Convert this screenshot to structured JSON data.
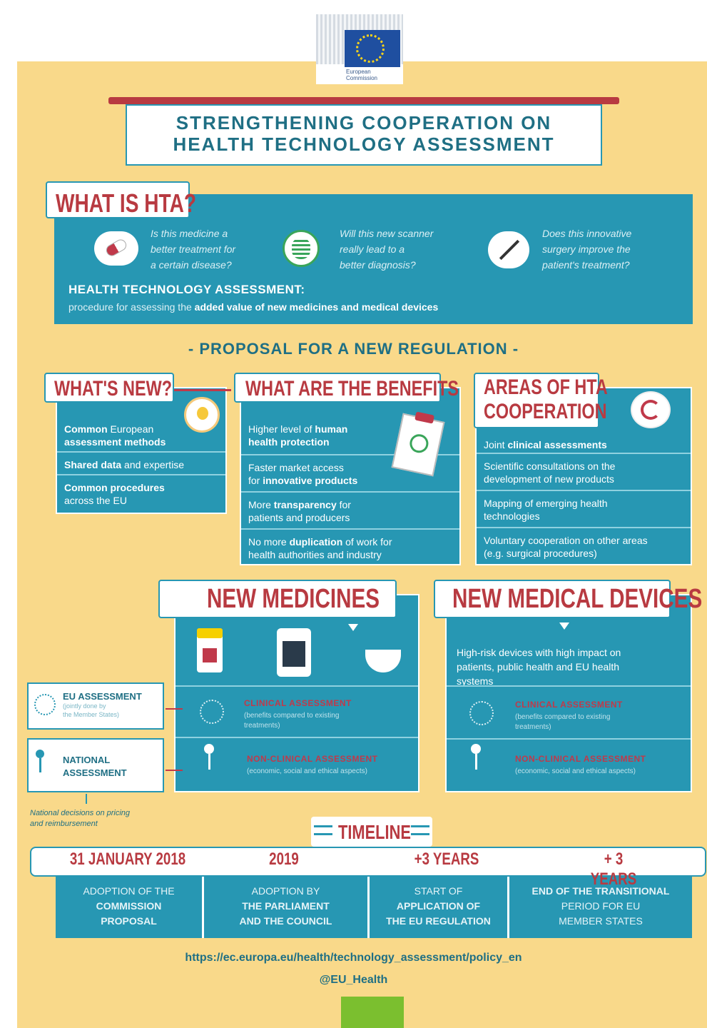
{
  "logo": {
    "line1": "European",
    "line2": "Commission"
  },
  "title": {
    "line1": "STRENGTHENING COOPERATION ON",
    "line2": "HEALTH TECHNOLOGY ASSESSMENT"
  },
  "hta": {
    "tab": "WHAT IS HTA?",
    "questions": [
      {
        "icon": "pill-icon",
        "lines": [
          "Is this medicine a",
          "better treatment for",
          "a certain disease?"
        ]
      },
      {
        "icon": "scanner-ribcage-icon",
        "lines": [
          "Will this new scanner",
          "really lead to a",
          "better diagnosis?"
        ]
      },
      {
        "icon": "scalpel-icon",
        "lines": [
          "Does this innovative",
          "surgery improve the",
          "patient's treatment?"
        ]
      }
    ],
    "definition_title": "HEALTH TECHNOLOGY ASSESSMENT:",
    "definition_plain": "procedure for assessing the ",
    "definition_bold": "added value of new medicines and medical devices"
  },
  "proposal": "- PROPOSAL FOR A NEW REGULATION -",
  "whats_new": {
    "tab": "WHAT'S NEW?",
    "icon": "lightbulb-icon",
    "items": [
      {
        "bold": "Common",
        "plain": " European",
        "bold2": "assessment methods",
        "plain2": ""
      },
      {
        "bold": "Shared data",
        "plain": " and expertise",
        "bold2": "",
        "plain2": ""
      },
      {
        "bold": "Common procedures",
        "plain": "",
        "bold2": "",
        "plain2": "across the EU"
      }
    ]
  },
  "benefits": {
    "tab": "WHAT ARE THE BENEFITS",
    "icon": "clipboard-medical-icon",
    "items": [
      {
        "l1a": "Higher level of ",
        "l1b": "human",
        "l2a": "",
        "l2b": "health protection"
      },
      {
        "l1a": "Faster market access",
        "l1b": "",
        "l2a": "for ",
        "l2b": "innovative products"
      },
      {
        "l1a": "More ",
        "l1b": "transparency",
        "l1c": " for",
        "l2a": "patients and producers",
        "l2b": ""
      },
      {
        "l1a": "No more ",
        "l1b": "duplication",
        "l1c": " of work for",
        "l2a": "health authorities and industry",
        "l2b": ""
      }
    ]
  },
  "areas": {
    "tab1": "AREAS OF HTA",
    "tab2": "COOPERATION",
    "icon": "cycle-arrows-icon",
    "items": [
      {
        "a": "Joint ",
        "b": "clinical assessments",
        "l2": ""
      },
      {
        "a": "Scientific consultations on the",
        "b": "",
        "l2": "development of new products"
      },
      {
        "a": "Mapping of emerging health",
        "b": "",
        "l2": "technologies"
      },
      {
        "a": "Voluntary cooperation on other areas",
        "b": "",
        "l2": "(e.g. surgical procedures)"
      }
    ]
  },
  "medicines": {
    "tab": "NEW MEDICINES",
    "clinical": "CLINICAL ASSESSMENT",
    "clinical_sub": [
      "(benefits compared to existing",
      "treatments)"
    ],
    "nonclinical": "NON-CLINICAL ASSESSMENT",
    "nonclinical_sub": "(economic, social and ethical aspects)"
  },
  "devices": {
    "tab": "NEW MEDICAL DEVICES",
    "desc": [
      "High-risk devices with high impact on",
      "patients, public health and EU health",
      "systems"
    ],
    "clinical": "CLINICAL ASSESSMENT",
    "clinical_sub": [
      "(benefits compared to existing",
      "treatments)"
    ],
    "nonclinical": "NON-CLINICAL ASSESSMENT",
    "nonclinical_sub": "(economic, social and ethical aspects)"
  },
  "side": {
    "eu_title": "EU ASSESSMENT",
    "eu_sub": [
      "(jointly done by",
      "the Member States)"
    ],
    "nat_title1": "NATIONAL",
    "nat_title2": "ASSESSMENT",
    "note": [
      "National decisions on pricing",
      "and reimbursement"
    ]
  },
  "timeline": {
    "title": "TIMELINE",
    "steps": [
      {
        "date": "31 JANUARY 2018",
        "lines": [
          [
            "ADOPTION OF THE",
            false
          ],
          [
            "COMMISSION",
            true
          ],
          [
            "PROPOSAL",
            true
          ]
        ]
      },
      {
        "date": "2019",
        "lines": [
          [
            "ADOPTION BY",
            false
          ],
          [
            "THE PARLIAMENT",
            true
          ],
          [
            "AND THE COUNCIL",
            true
          ]
        ]
      },
      {
        "date": "+3 YEARS",
        "lines": [
          [
            "START OF",
            false
          ],
          [
            "APPLICATION OF",
            true
          ],
          [
            "THE EU REGULATION",
            true
          ]
        ]
      },
      {
        "date": "+ 3 YEARS",
        "lines": [
          [
            "END OF THE TRANSITIONAL",
            true
          ],
          [
            "PERIOD FOR EU",
            false
          ],
          [
            "MEMBER STATES",
            false
          ]
        ]
      }
    ]
  },
  "footer": {
    "url": "https://ec.europa.eu/health/technology_assessment/policy_en",
    "handle": "@EU_Health"
  }
}
